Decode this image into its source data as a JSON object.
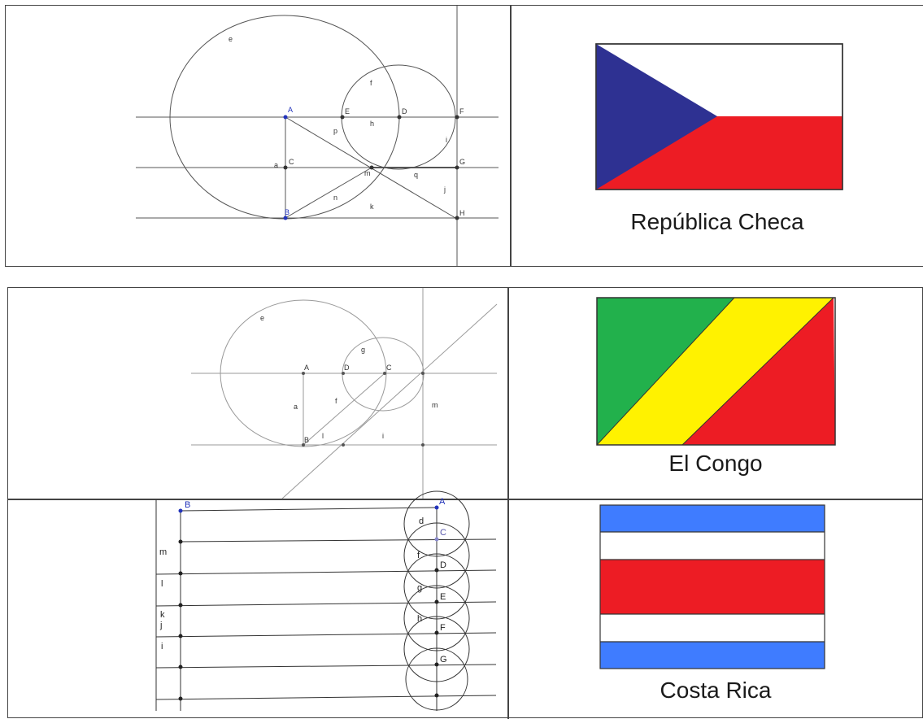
{
  "rows": [
    {
      "country": "República Checa",
      "labels": [
        "e",
        "f",
        "A",
        "E",
        "h",
        "D",
        "F",
        "p",
        "i",
        "a",
        "C",
        "m",
        "q",
        "G",
        "n",
        "j",
        "B",
        "k",
        "H"
      ]
    },
    {
      "country": "El Congo",
      "labels": [
        "e",
        "g",
        "A",
        "D",
        "C",
        "a",
        "f",
        "m",
        "B",
        "l",
        "i"
      ]
    },
    {
      "country": "Costa Rica",
      "labels": [
        "B",
        "A",
        "d",
        "C",
        "m",
        "f",
        "D",
        "l",
        "g",
        "E",
        "k",
        "j",
        "h",
        "F",
        "G",
        "i"
      ]
    }
  ],
  "colors": {
    "czech_blue": "#2e3192",
    "czech_red": "#ed1c24",
    "congo_green": "#22b14c",
    "congo_yellow": "#fff200",
    "congo_red": "#ed1c24",
    "cr_blue": "#3f7cff",
    "cr_red": "#ed1c24"
  }
}
